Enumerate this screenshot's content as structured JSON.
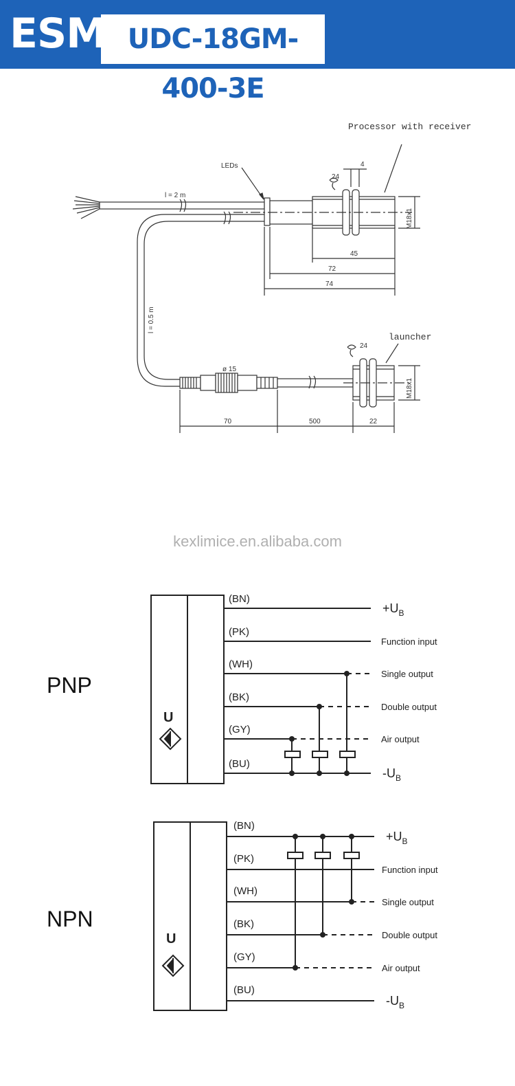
{
  "header": {
    "brand": "ESM",
    "model": "UDC-18GM-400-3E",
    "color": "#1e63b8"
  },
  "dimension_drawing": {
    "processor_label": "Processor with receiver",
    "leds_label": "LEDs",
    "cable_length_main": "l = 2 m",
    "cable_length_short": "l = 0.5 m",
    "wrench_size_receiver": "24",
    "nut_width": "4",
    "thread_receiver": "M18x1",
    "dim_45": "45",
    "dim_72": "72",
    "dim_74": "74",
    "launcher_label": "launcher",
    "wrench_size_launcher": "24",
    "thread_launcher": "M18x1",
    "connector_diameter": "ø 15",
    "dim_70": "70",
    "dim_500": "500",
    "dim_22": "22"
  },
  "watermark": "kexlimice.en.alibaba.com",
  "pnp": {
    "title": "PNP",
    "symbol": "U",
    "wires": [
      "(BN)",
      "(PK)",
      "(WH)",
      "(BK)",
      "(GY)",
      "(BU)"
    ],
    "plus_main": "+U",
    "plus_sub": "B",
    "function_input": "Function input",
    "single_output": "Single output",
    "double_output": "Double output",
    "air_output": "Air output",
    "minus_main": "-U",
    "minus_sub": "B"
  },
  "npn": {
    "title": "NPN",
    "symbol": "U",
    "wires": [
      "(BN)",
      "(PK)",
      "(WH)",
      "(BK)",
      "(GY)",
      "(BU)"
    ],
    "plus_main": "+U",
    "plus_sub": "B",
    "function_input": "Function input",
    "single_output": "Single output",
    "double_output": "Double output",
    "air_output": "Air output",
    "minus_main": "-U",
    "minus_sub": "B"
  }
}
